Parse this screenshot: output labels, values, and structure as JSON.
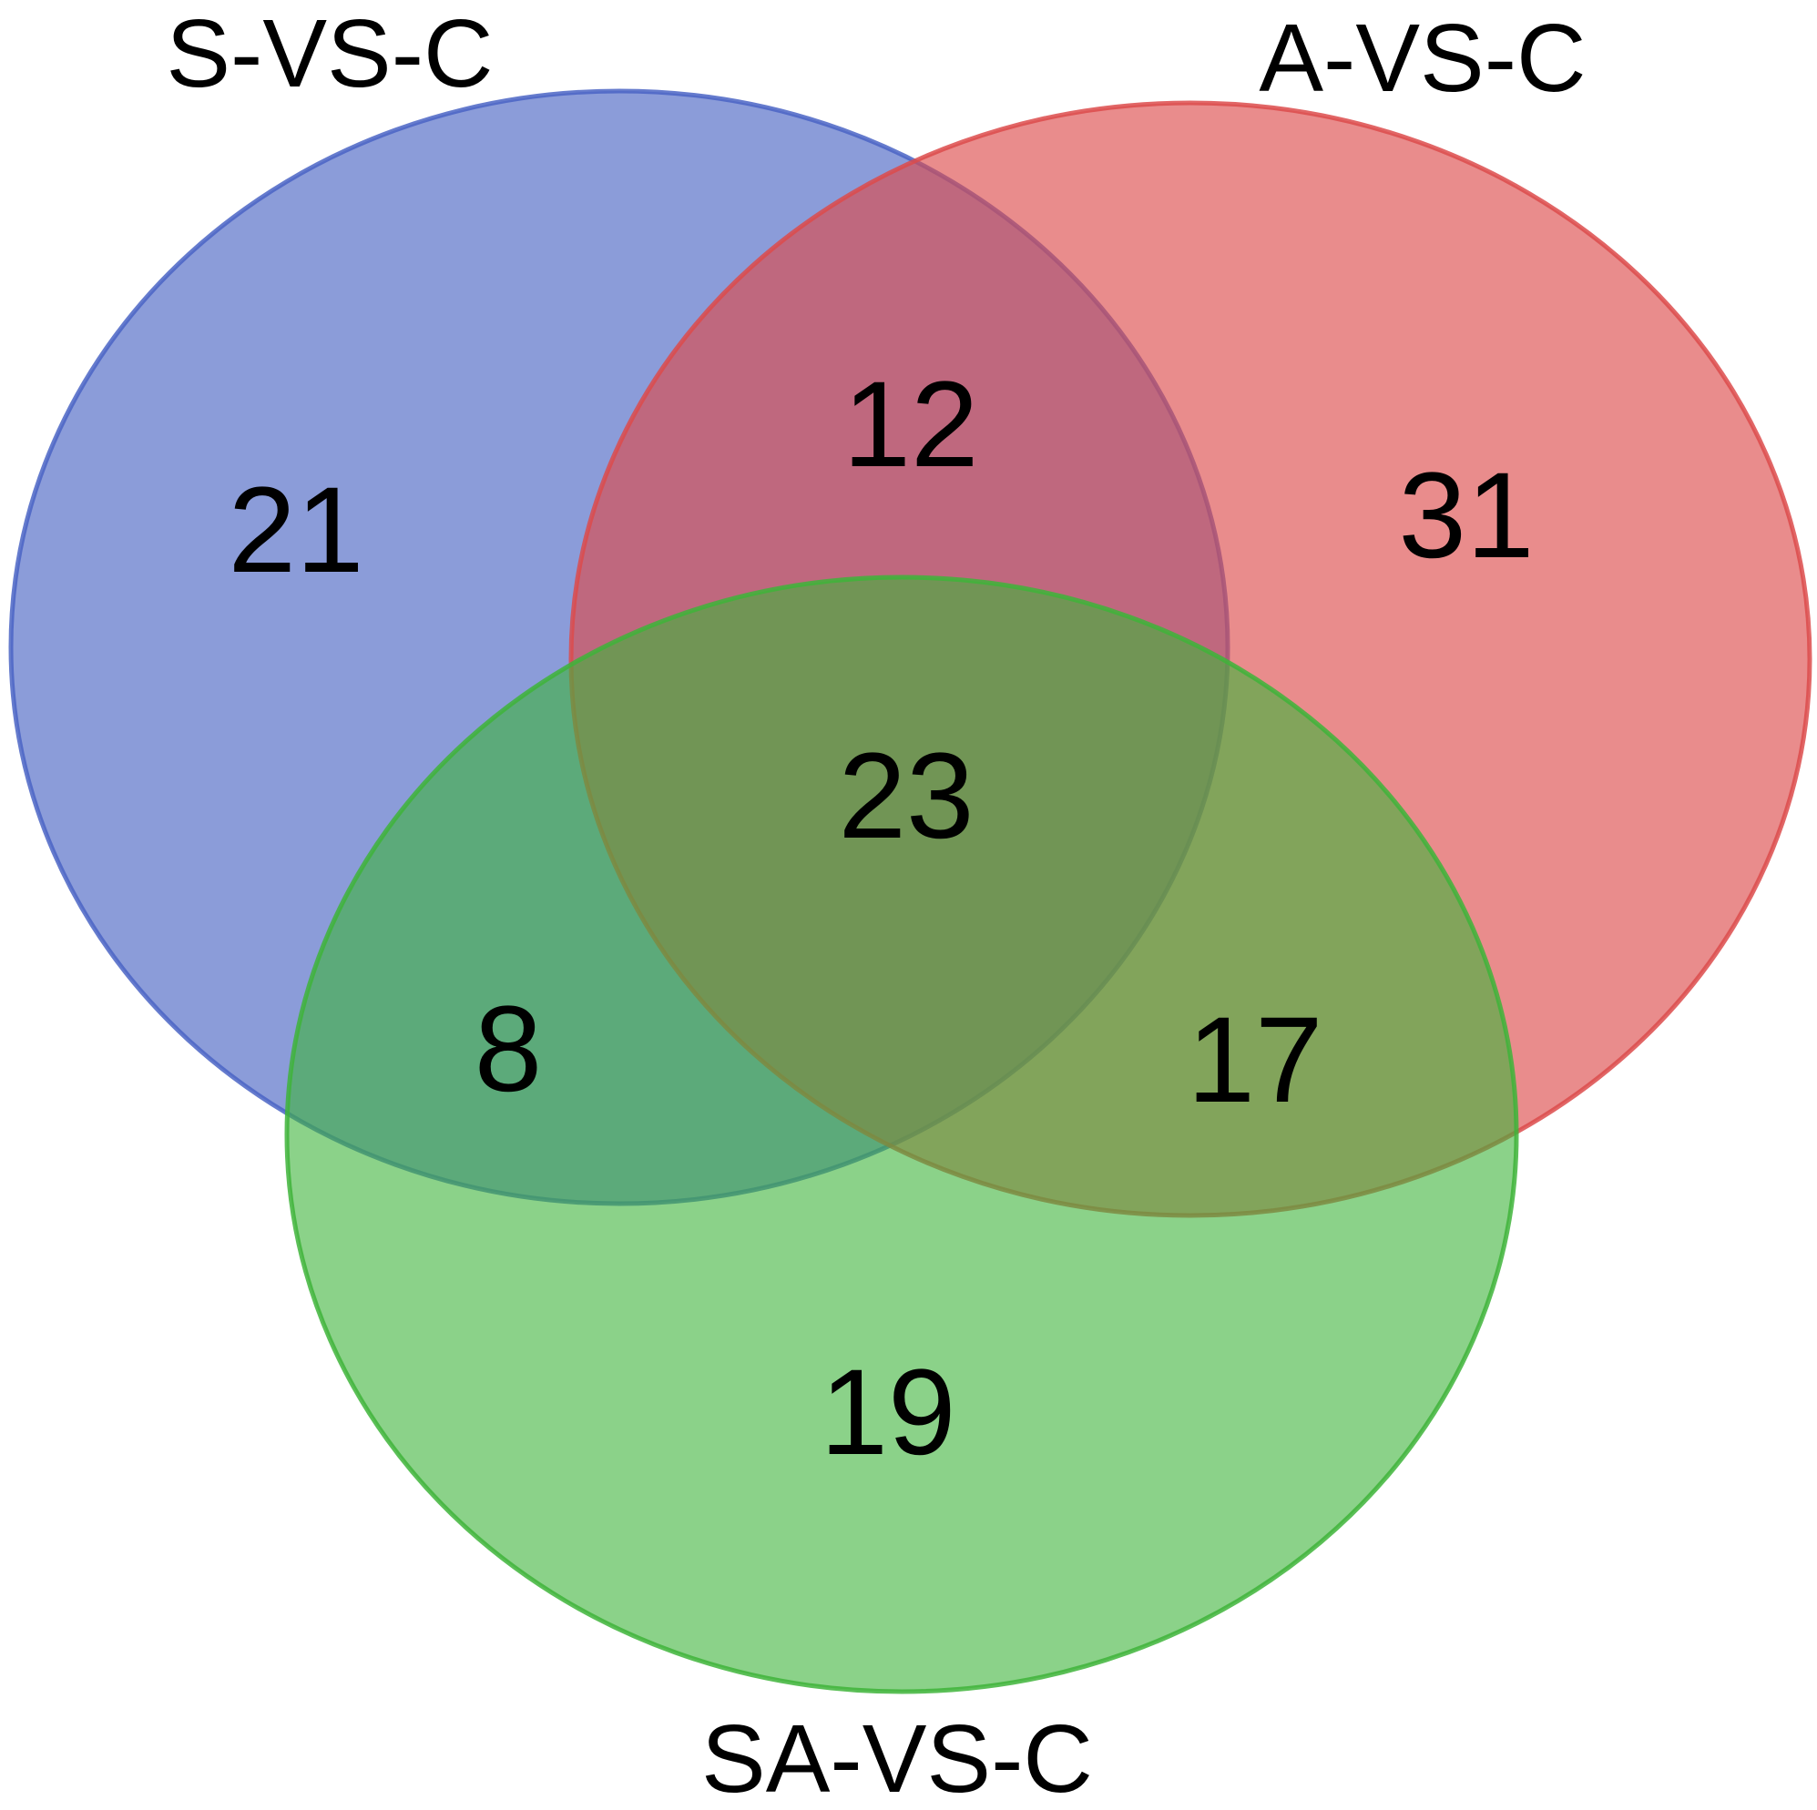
{
  "chart_data": {
    "type": "venn",
    "sets": [
      {
        "id": "s",
        "name": "S-VS-C",
        "color": "#4a64c4"
      },
      {
        "id": "a",
        "name": "A-VS-C",
        "color": "#dc4b4b"
      },
      {
        "id": "sa",
        "name": "SA-VS-C",
        "color": "#3eb43a"
      }
    ],
    "regions": {
      "s_only": 21,
      "a_only": 31,
      "sa_only": 19,
      "s_a": 12,
      "s_sa": 8,
      "a_sa": 17,
      "s_a_sa": 23
    }
  }
}
